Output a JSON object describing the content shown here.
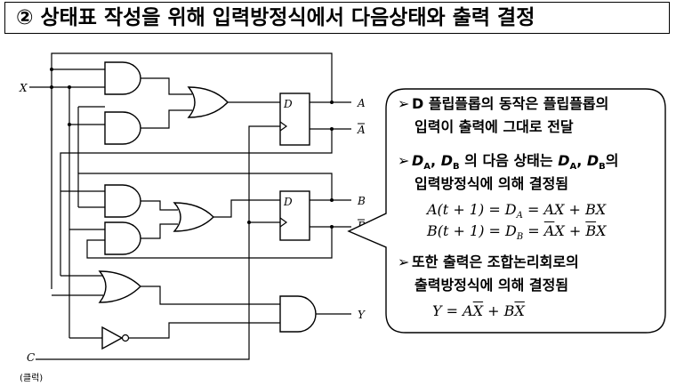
{
  "title": "② 상태표 작성을 위해 입력방정식에서 다음상태와 출력 결정",
  "circuit": {
    "input_x": "X",
    "input_c": "C",
    "clock_note": "(클럭)",
    "ff_a_d": "D",
    "ff_b_d": "D",
    "out_a": "A",
    "out_a_bar": "A",
    "out_b": "B",
    "out_b_bar": "B",
    "out_y": "Y"
  },
  "callout": {
    "arrow_glyph": "➢",
    "bullet1_line1": "D 플립플롭의 동작은 플립플롭의",
    "bullet1_line2": "입력이 출력에 그대로 전달",
    "bullet2_da": "D",
    "bullet2_da_sub": "A",
    "bullet2_sep": ", ",
    "bullet2_db": "D",
    "bullet2_db_sub": "B",
    "bullet2_mid": " 의 다음 상태는 ",
    "bullet2_da2": "D",
    "bullet2_da2_sub": "A",
    "bullet2_sep2": ", ",
    "bullet2_db2": "D",
    "bullet2_db2_sub": "B",
    "bullet2_end": "의",
    "bullet2_line2": "입력방정식에 의해 결정됨",
    "eq1_left": "A(t + 1) = D",
    "eq1_sub": "A",
    "eq1_right": " = AX + BX",
    "eq2_left": "B(t + 1) = D",
    "eq2_sub": "B",
    "eq2_mid": " = ",
    "eq2_abar": "A",
    "eq2_x": "X + ",
    "eq2_bbar": "B",
    "eq2_x2": "X",
    "bullet3_line1": "또한 출력은 조합논리회로의",
    "bullet3_line2": "출력방정식에 의해 결정됨",
    "eq3_left": "Y = A",
    "eq3_xbar": "X",
    "eq3_mid": " + B",
    "eq3_xbar2": "X"
  }
}
